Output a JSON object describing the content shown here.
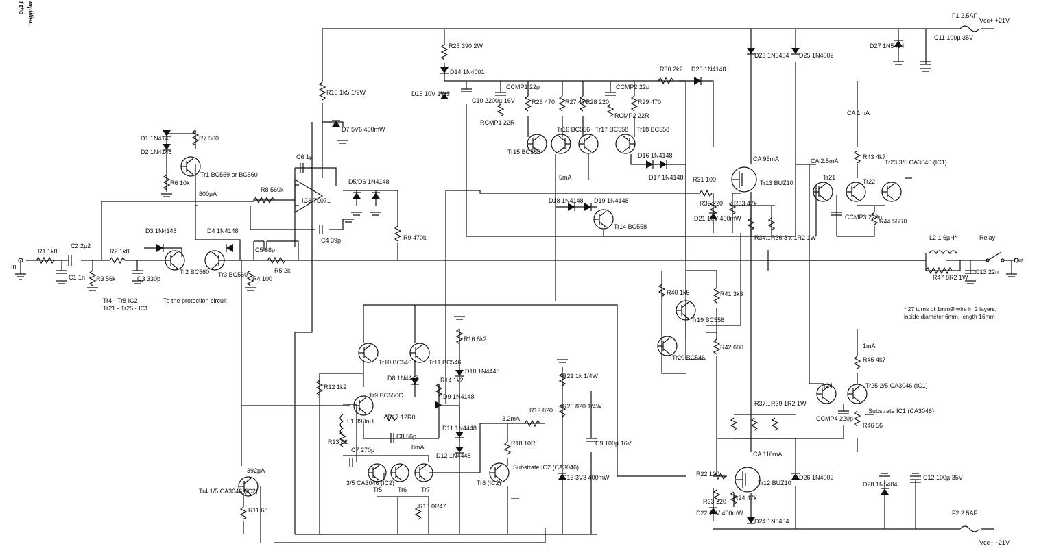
{
  "title_fragment": {
    "line1": "f the",
    "line2": "mplifier."
  },
  "rails": {
    "vcc_plus": "Vcc+ +21V",
    "vcc_minus": "Vcc− −21V",
    "in": "In",
    "out": "Out",
    "relay": "Relay"
  },
  "notes": {
    "tr_groups_1": "Tr4 - Tr8  IC2",
    "tr_groups_2": "Tr21 - Tr25 - IC1",
    "protection": "To the protection circuit",
    "coil_1": "* 27 turns of 1mmØ wire in 2 layers,",
    "coil_2": "inside diameter 6mm, length 16mm",
    "substrate_ic2": "Substrate IC2 (CA3046)",
    "substrate_ic1": "Substrate IC1 (CA3046)"
  },
  "labels": [
    {
      "t": "F1 2.5AF"
    },
    {
      "t": "D27 1N5404"
    },
    {
      "t": "C11 100µ 35V"
    },
    {
      "t": "R25 390 2W"
    },
    {
      "t": "D14 1N4001"
    },
    {
      "t": "D15 10V 1W3"
    },
    {
      "t": "C10 2200µ 16V"
    },
    {
      "t": "CCMP1 22p"
    },
    {
      "t": "RCMP1 22R"
    },
    {
      "t": "R26 470"
    },
    {
      "t": "R27 470"
    },
    {
      "t": "R28 220"
    },
    {
      "t": "CCMP2 22p"
    },
    {
      "t": "RCMP2 22R"
    },
    {
      "t": "R29 470"
    },
    {
      "t": "R30 2k2"
    },
    {
      "t": "D20 1N4148"
    },
    {
      "t": "D23 1N5404"
    },
    {
      "t": "D25 1N4002"
    },
    {
      "t": "R10 1k5 1/2W"
    },
    {
      "t": "D7 5V6 400mW"
    },
    {
      "t": "D1 1N4148"
    },
    {
      "t": "D2 1N4148"
    },
    {
      "t": "R7 560"
    },
    {
      "t": "R6 10k"
    },
    {
      "t": "Tr1 BC559 or BC560"
    },
    {
      "t": "800µA"
    },
    {
      "t": "C6 1µ"
    },
    {
      "t": "IC3 TL071"
    },
    {
      "t": "D5/D6 1N4148"
    },
    {
      "t": "R8 560k"
    },
    {
      "t": "C4 39p"
    },
    {
      "t": "R9 470k"
    },
    {
      "t": "D3 1N4148"
    },
    {
      "t": "D4 1N4148"
    },
    {
      "t": "C5 68p"
    },
    {
      "t": "R5 2k"
    },
    {
      "t": "R4 100"
    },
    {
      "t": "R1 1k8"
    },
    {
      "t": "C2 2µ2"
    },
    {
      "t": "C1 1n"
    },
    {
      "t": "R2 1k8"
    },
    {
      "t": "R3 56k"
    },
    {
      "t": "C3 330p"
    },
    {
      "t": "Tr2 BC560"
    },
    {
      "t": "Tr3 BC560"
    },
    {
      "t": "Tr15 BC556"
    },
    {
      "t": "Tr16 BC556"
    },
    {
      "t": "Tr17 BC558"
    },
    {
      "t": "Tr18 BC558"
    },
    {
      "t": "D16 1N4148"
    },
    {
      "t": "D17 1N4148"
    },
    {
      "t": "5mA"
    },
    {
      "t": "D18 1N4148"
    },
    {
      "t": "D19 1N4148"
    },
    {
      "t": "Tr14 BC558"
    },
    {
      "t": "CA 95mA"
    },
    {
      "t": "Tr13 BUZ10"
    },
    {
      "t": "R31 100"
    },
    {
      "t": "R32 220"
    },
    {
      "t": "R33 47k"
    },
    {
      "t": "D21 10V 400mW"
    },
    {
      "t": "R34...R36 3 x 1R2 1W"
    },
    {
      "t": "CA 2.5mA"
    },
    {
      "t": "CA 1mA"
    },
    {
      "t": "R43 4k7"
    },
    {
      "t": "Tr21"
    },
    {
      "t": "Tr22"
    },
    {
      "t": "Tr23 3/5 CA3046 (IC1)"
    },
    {
      "t": "CCMP3 220p"
    },
    {
      "t": "R44 56R0"
    },
    {
      "t": "L2 1.6µH*"
    },
    {
      "t": "R47 8R2 1W"
    },
    {
      "t": "C13 22n"
    },
    {
      "t": "R40 1k5"
    },
    {
      "t": "R41 3k3"
    },
    {
      "t": "Tr19 BC558"
    },
    {
      "t": "Tr20 BC546"
    },
    {
      "t": "R42 680"
    },
    {
      "t": "Tr10 BC546"
    },
    {
      "t": "Tr11 BC546"
    },
    {
      "t": "R16 8k2"
    },
    {
      "t": "D10 1N4448"
    },
    {
      "t": "D8 1N4448"
    },
    {
      "t": "R14 1k2"
    },
    {
      "t": "D9 1N4148"
    },
    {
      "t": "R12 1k2"
    },
    {
      "t": "Tr9 BC550C"
    },
    {
      "t": "L1 390nH"
    },
    {
      "t": "R17 12R0"
    },
    {
      "t": "C8 56p"
    },
    {
      "t": "D11 1N4448"
    },
    {
      "t": "D12 1N4448"
    },
    {
      "t": "R13 82"
    },
    {
      "t": "C7 270p"
    },
    {
      "t": "3/5 CA3046 (IC2)"
    },
    {
      "t": "Tr5"
    },
    {
      "t": "Tr6"
    },
    {
      "t": "Tr7"
    },
    {
      "t": "R15 0R47"
    },
    {
      "t": "8mA"
    },
    {
      "t": "3.2mA"
    },
    {
      "t": "R19 820"
    },
    {
      "t": "R18 10R"
    },
    {
      "t": "Tr8 (IC2)"
    },
    {
      "t": "R21 1k 1/4W"
    },
    {
      "t": "R20 820 1/4W"
    },
    {
      "t": "C9 100µ 16V"
    },
    {
      "t": "D13 3V3 400mW"
    },
    {
      "t": "392µA"
    },
    {
      "t": "Tr4 1/5 CA3046 (IC2)"
    },
    {
      "t": "R11 68"
    },
    {
      "t": "1mA"
    },
    {
      "t": "R45 4k7"
    },
    {
      "t": "Tr24"
    },
    {
      "t": "Tr25 2/5 CA3046 (IC1)"
    },
    {
      "t": "CCMP4 220p"
    },
    {
      "t": "R46 56"
    },
    {
      "t": "R37...R39 1R2 1W"
    },
    {
      "t": "CA 110mA"
    },
    {
      "t": "Tr12 BUZ10"
    },
    {
      "t": "R22 100"
    },
    {
      "t": "R23 220"
    },
    {
      "t": "R24 47k"
    },
    {
      "t": "D22 10V 400mW"
    },
    {
      "t": "D24 1N5404"
    },
    {
      "t": "D26 1N4002"
    },
    {
      "t": "D28 1N5404"
    },
    {
      "t": "C12 100µ 35V"
    },
    {
      "t": "F2 2.5AF"
    }
  ]
}
